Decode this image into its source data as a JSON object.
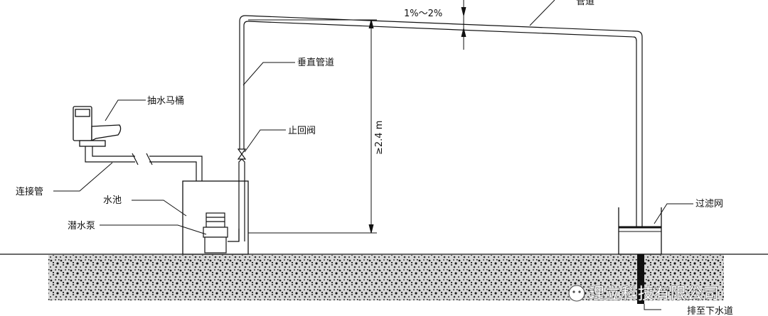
{
  "labels": {
    "slope": "1%～2%",
    "vertical_pipe": "垂直管道",
    "toilet": "抽水马桶",
    "check_valve": "止回阀",
    "height": "≥2.4 m",
    "connecting_pipe": "连接管",
    "tank": "水池",
    "pump": "潜水泵",
    "filter": "过滤网",
    "drain": "排至下水道",
    "pipe_top_partial": "管道"
  },
  "watermark": {
    "text": "理立科技有限公司"
  },
  "colors": {
    "line": "#1a1a1a",
    "ground": "#777777",
    "background": "#ffffff"
  }
}
